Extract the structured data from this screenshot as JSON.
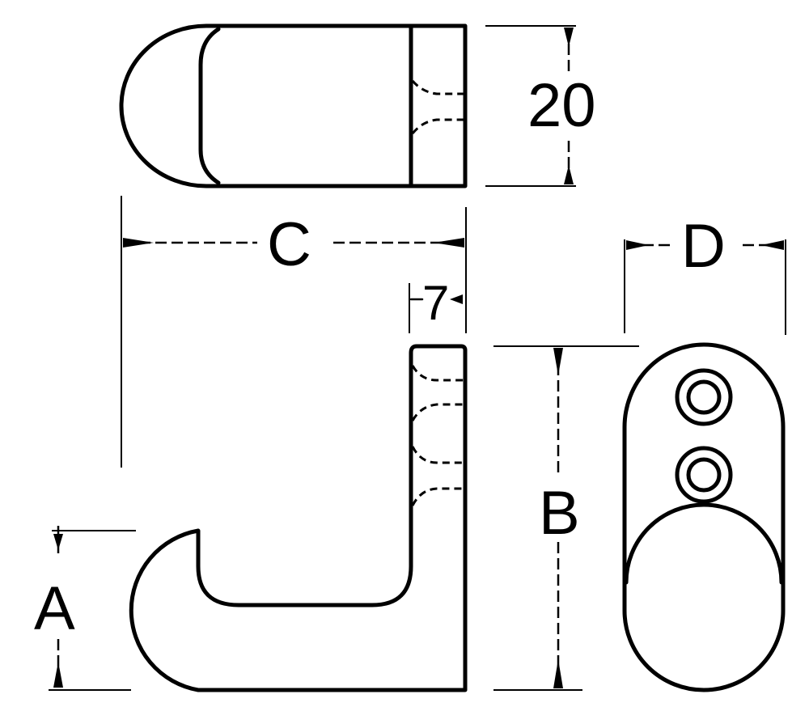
{
  "dimensions": {
    "width_top": "20",
    "overall_length": "C",
    "plate_thickness": "7",
    "hook_height": "A",
    "plate_height": "B",
    "plate_width": "D"
  }
}
